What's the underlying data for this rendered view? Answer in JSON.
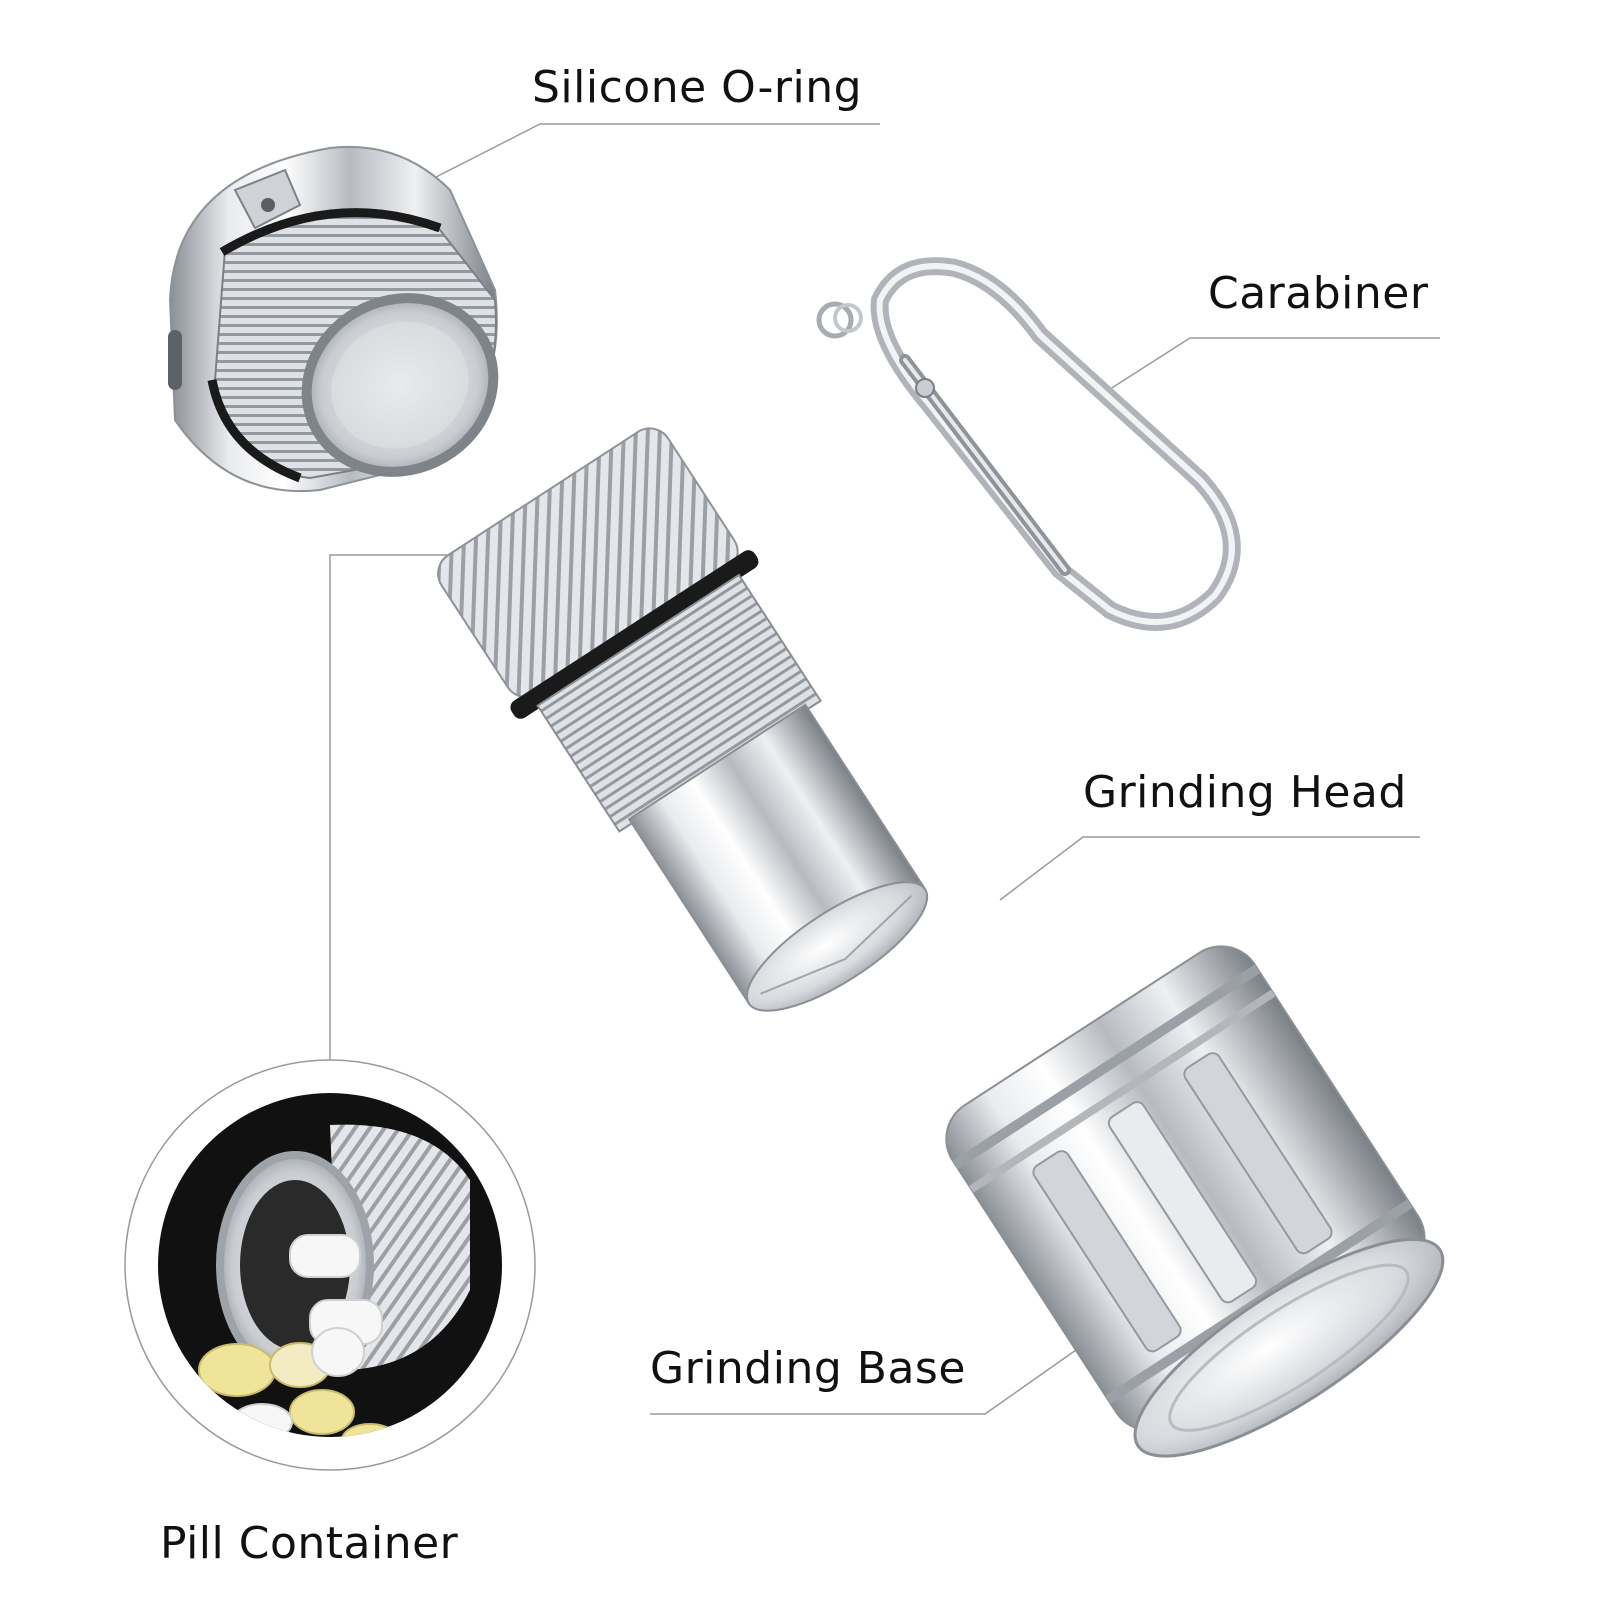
{
  "parts": [
    {
      "id": "silicone-o-ring",
      "label": "Silicone O-ring"
    },
    {
      "id": "carabiner",
      "label": "Carabiner"
    },
    {
      "id": "grinding-head",
      "label": "Grinding Head"
    },
    {
      "id": "grinding-base",
      "label": "Grinding Base"
    },
    {
      "id": "pill-container",
      "label": "Pill Container"
    }
  ],
  "colors": {
    "background": "#ffffff",
    "text": "#111111",
    "leader_line": "#9a9a9a",
    "metal_light": "#f2f3f5",
    "metal_mid": "#b9bdc3",
    "metal_dark": "#6e737a",
    "o_ring": "#1a1a1a",
    "inset_background": "#111111",
    "pill_white": "#f7f7f7",
    "pill_yellow": "#f0e39a"
  }
}
